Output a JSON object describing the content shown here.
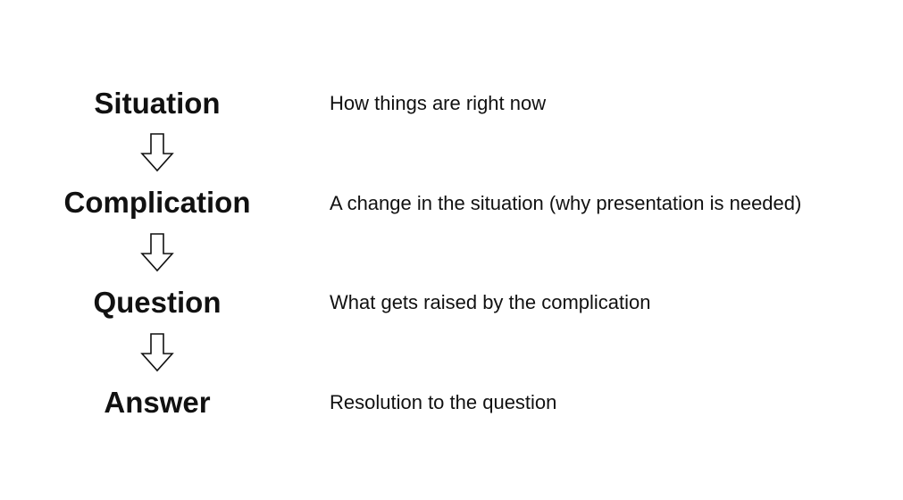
{
  "steps": [
    {
      "title": "Situation",
      "description": "How things are right now"
    },
    {
      "title": "Complication",
      "description": "A change in the situation (why presentation is needed)"
    },
    {
      "title": "Question",
      "description": "What gets raised by the complication"
    },
    {
      "title": "Answer",
      "description": "Resolution to the question"
    }
  ],
  "arrow_icon": "down-arrow-icon",
  "colors": {
    "text": "#111111",
    "background": "#ffffff",
    "arrow_stroke": "#111111"
  }
}
